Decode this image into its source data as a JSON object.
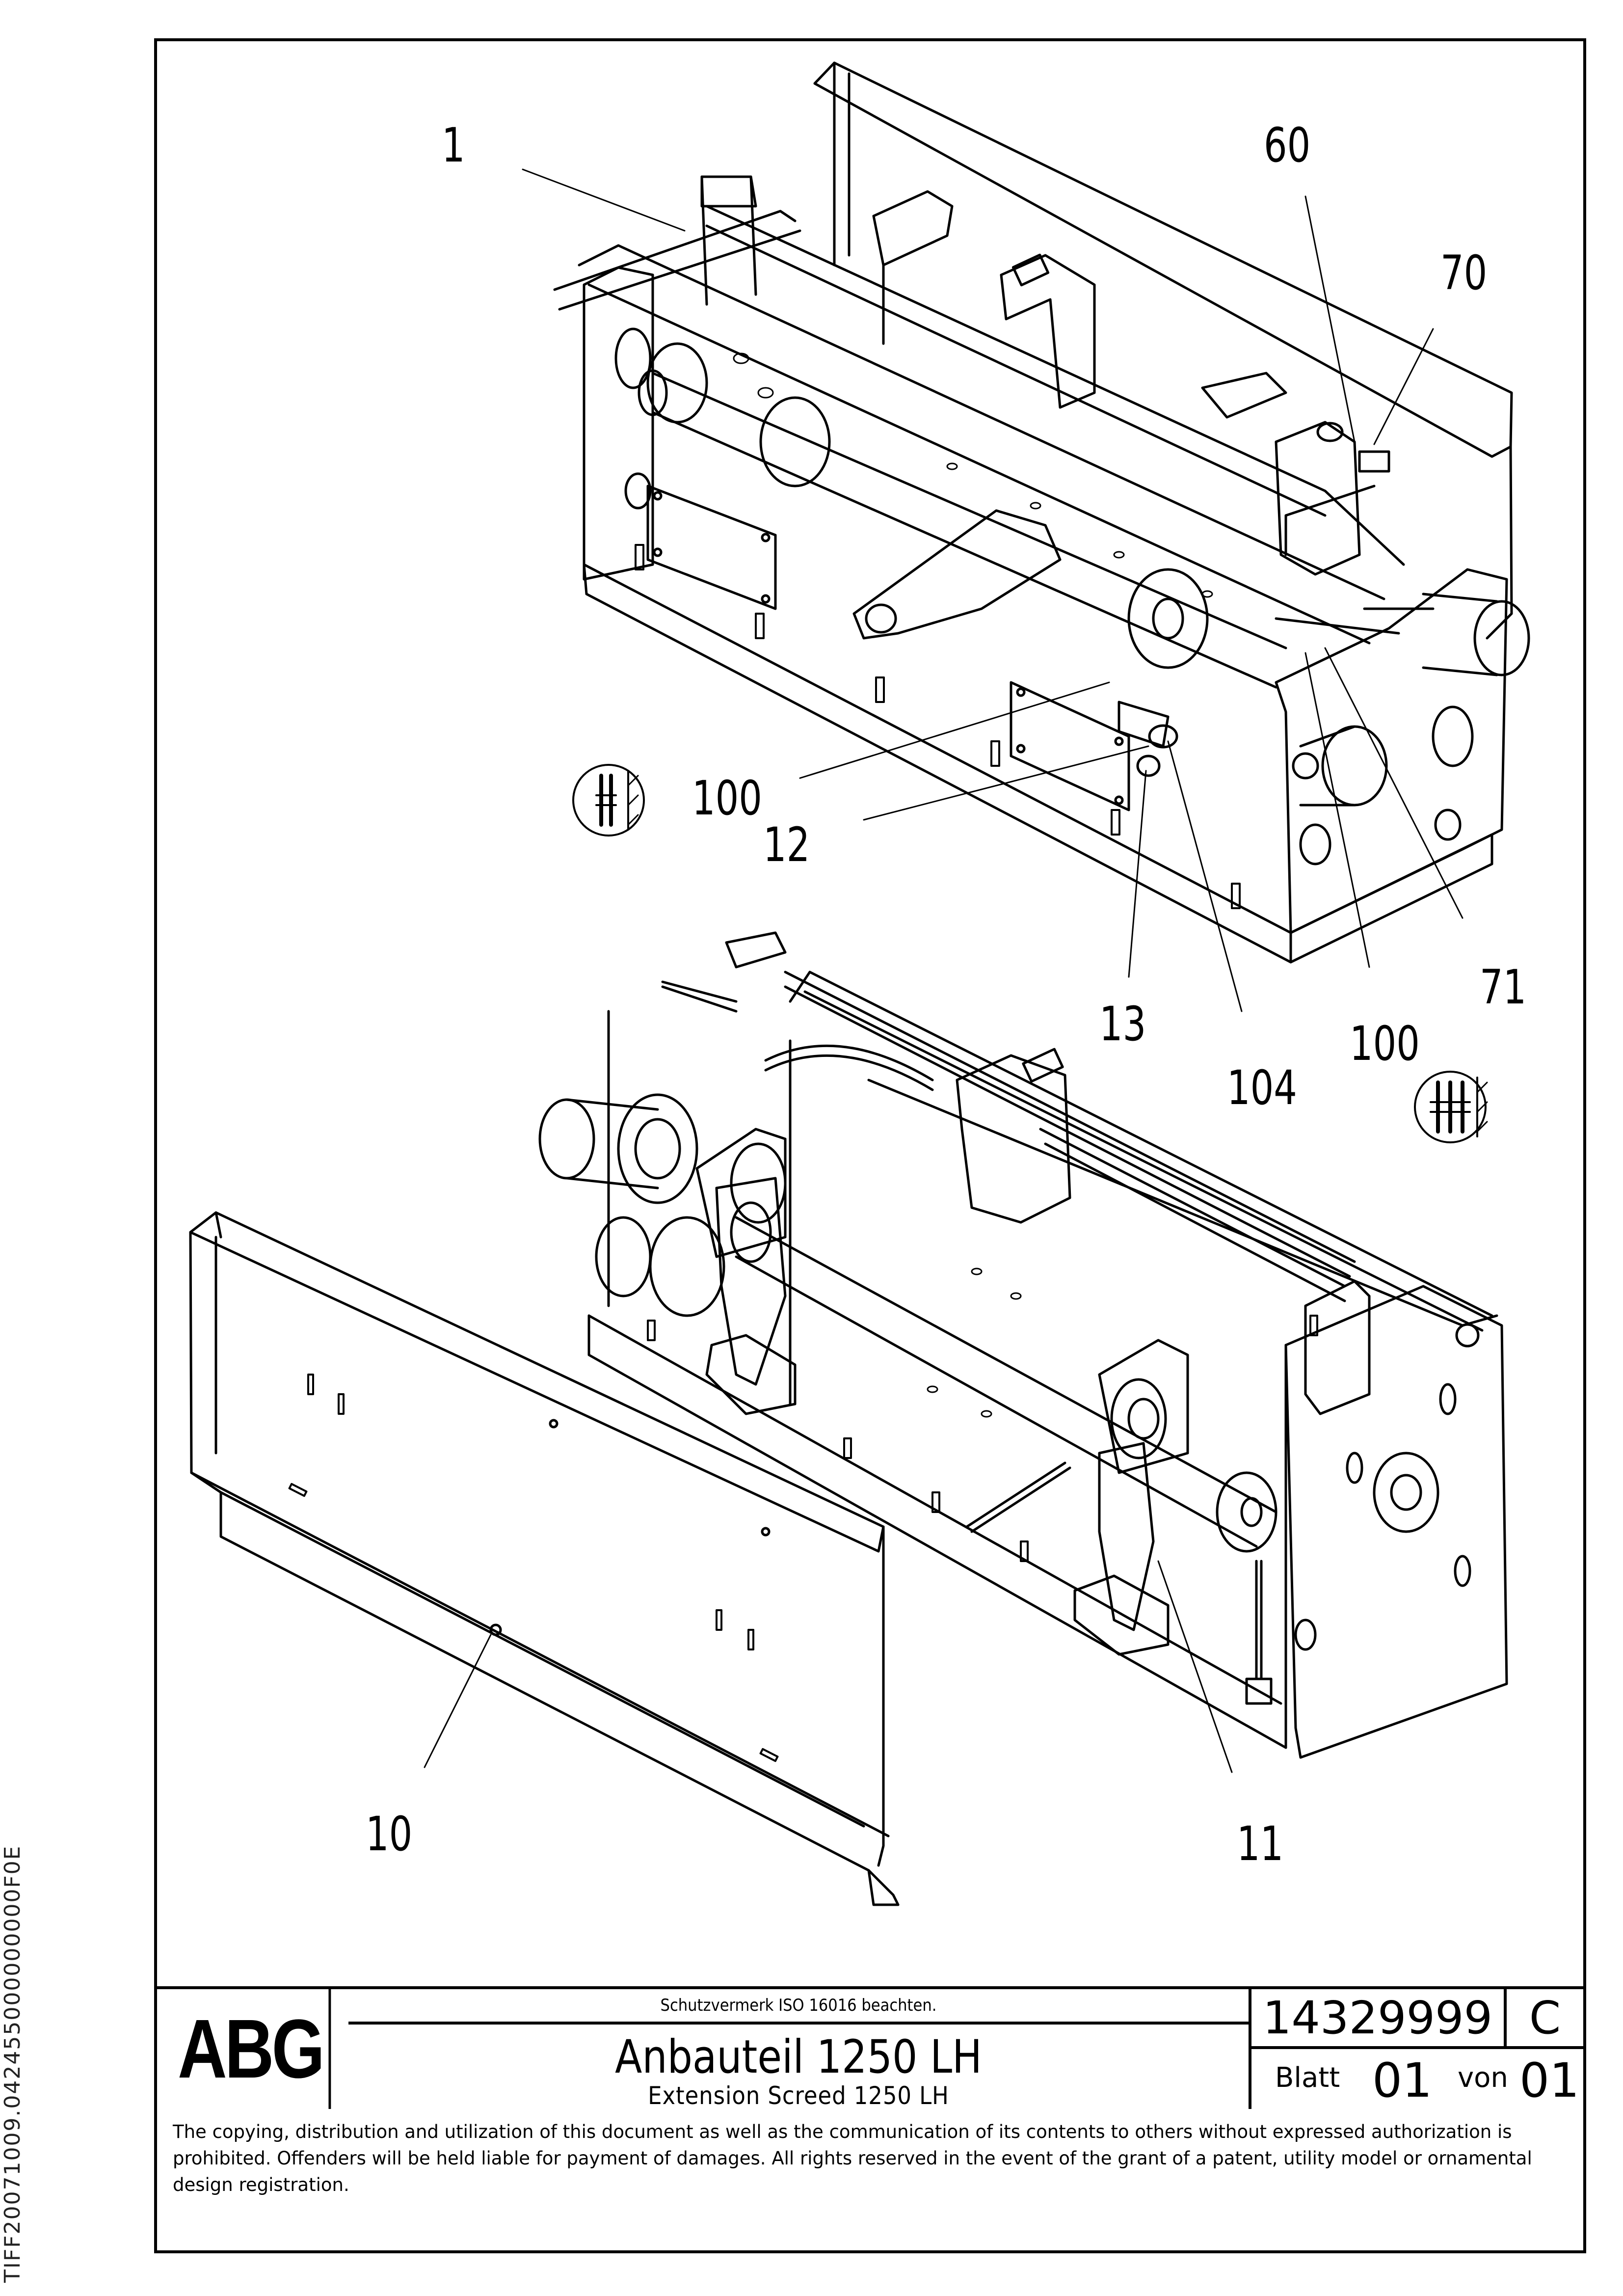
{
  "document_id": "TIFF20071009.042455000000000F0E",
  "callouts": [
    {
      "id": "1",
      "label": "1"
    },
    {
      "id": "60",
      "label": "60"
    },
    {
      "id": "70",
      "label": "70"
    },
    {
      "id": "100a",
      "label": "100"
    },
    {
      "id": "12",
      "label": "12"
    },
    {
      "id": "13",
      "label": "13"
    },
    {
      "id": "104",
      "label": "104"
    },
    {
      "id": "100b",
      "label": "100"
    },
    {
      "id": "71",
      "label": "71"
    },
    {
      "id": "10",
      "label": "10"
    },
    {
      "id": "11",
      "label": "11"
    }
  ],
  "title_block": {
    "logo": "ABG",
    "protection_note": "Schutzvermerk ISO 16016 beachten.",
    "title": "Anbauteil 1250 LH",
    "subtitle": "Extension Screed 1250 LH",
    "drawing_number": "14329999",
    "revision": "C",
    "sheet_label": "Blatt",
    "sheet_number": "01",
    "of_label": "von",
    "sheet_total": "01"
  },
  "copyright": "The copying, distribution and utilization of this document as well as the communication of its contents to others without expressed authorization is prohibited. Offenders will be held liable for payment of damages. All rights reserved in the event of the grant of a patent, utility model or ornamental design registration."
}
